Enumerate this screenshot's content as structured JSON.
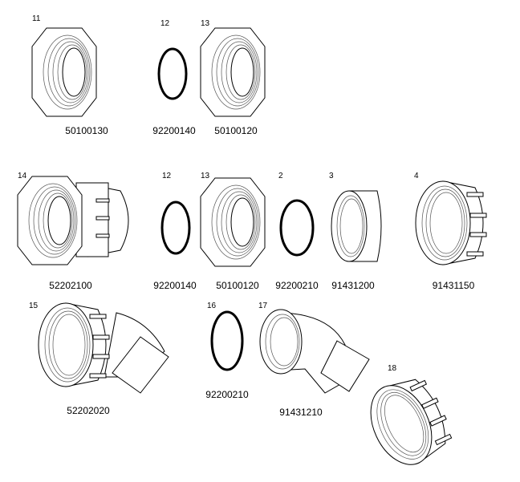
{
  "diagram": {
    "parts": [
      {
        "callout": "11",
        "part_number": "50100130",
        "shape": "octagon-nut"
      },
      {
        "callout": "12",
        "part_number": "92200140",
        "shape": "o-ring"
      },
      {
        "callout": "13",
        "part_number": "50100120",
        "shape": "octagon-nut"
      },
      {
        "callout": "14",
        "part_number": "52202100",
        "shape": "straight-union"
      },
      {
        "callout": "12",
        "part_number": "92200140",
        "shape": "o-ring"
      },
      {
        "callout": "13",
        "part_number": "50100120",
        "shape": "octagon-nut"
      },
      {
        "callout": "2",
        "part_number": "92200210",
        "shape": "o-ring"
      },
      {
        "callout": "3",
        "part_number": "91431200",
        "shape": "tailpiece"
      },
      {
        "callout": "4",
        "part_number": "91431150",
        "shape": "union-nut"
      },
      {
        "callout": "15",
        "part_number": "52202020",
        "shape": "elbow-union"
      },
      {
        "callout": "16",
        "part_number": "92200210",
        "shape": "o-ring"
      },
      {
        "callout": "17",
        "part_number": "91431210",
        "shape": "elbow-tailpiece"
      },
      {
        "callout": "18",
        "part_number": "",
        "shape": "union-nut"
      }
    ]
  }
}
